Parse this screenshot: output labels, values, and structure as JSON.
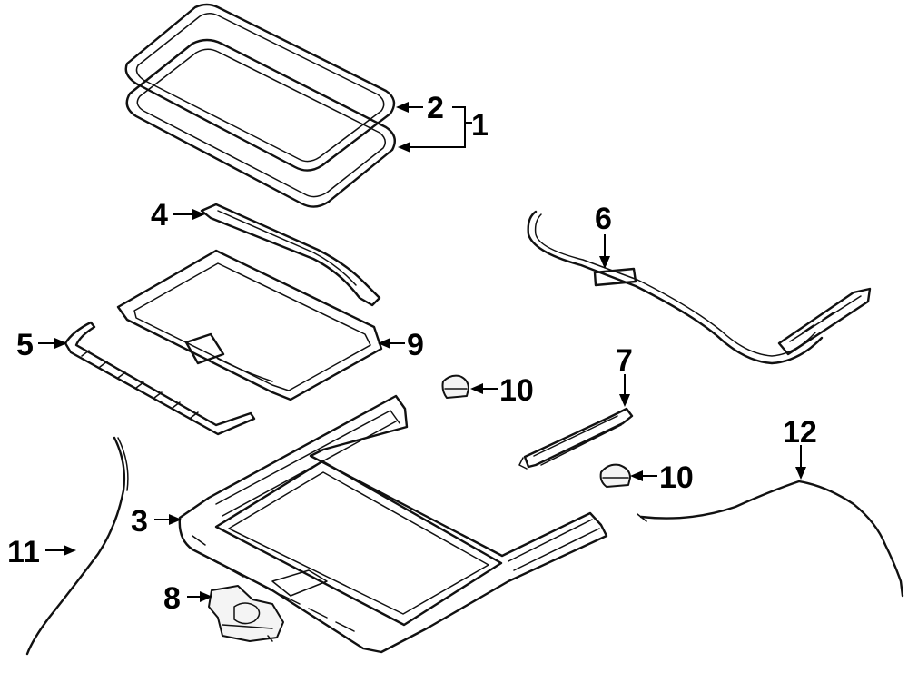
{
  "callouts": {
    "c1": "1",
    "c2": "2",
    "c3": "3",
    "c4": "4",
    "c5": "5",
    "c6": "6",
    "c7": "7",
    "c8": "8",
    "c9": "9",
    "c10a": "10",
    "c10b": "10",
    "c11": "11",
    "c12": "12"
  }
}
